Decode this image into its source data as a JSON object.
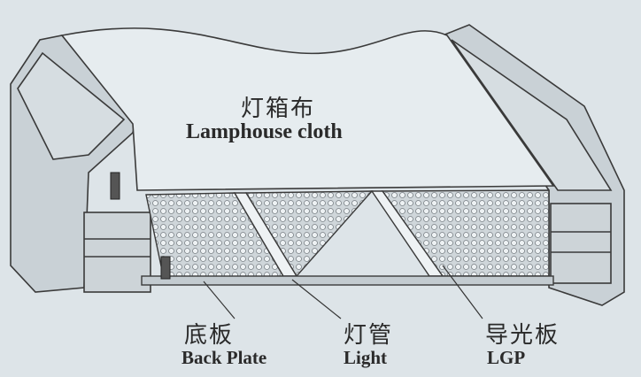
{
  "labels": {
    "cloth_cn": "灯箱布",
    "cloth_en": "Lamphouse cloth",
    "back_cn": "底板",
    "back_en": "Back Plate",
    "light_cn": "灯管",
    "light_en": "Light",
    "lgp_cn": "导光板",
    "lgp_en": "LGP"
  },
  "colors": {
    "background": "#dde4e8",
    "line": "#3a3a3a",
    "frame": "#c9d1d6",
    "cloth": "#e6ecef"
  }
}
